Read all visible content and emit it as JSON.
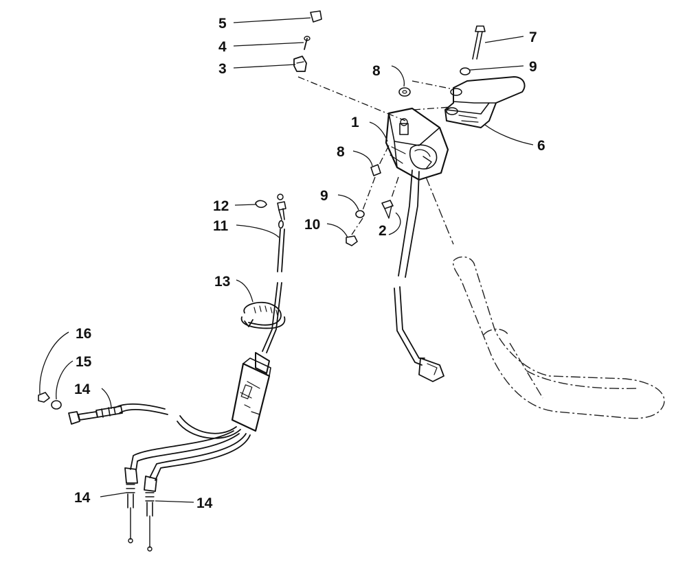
{
  "diagram": {
    "callouts": [
      {
        "id": "c5",
        "label": "5"
      },
      {
        "id": "c4",
        "label": "4"
      },
      {
        "id": "c3",
        "label": "3"
      },
      {
        "id": "c7",
        "label": "7"
      },
      {
        "id": "c9a",
        "label": "9"
      },
      {
        "id": "c8a",
        "label": "8"
      },
      {
        "id": "c1",
        "label": "1"
      },
      {
        "id": "c6",
        "label": "6"
      },
      {
        "id": "c8b",
        "label": "8"
      },
      {
        "id": "c9b",
        "label": "9"
      },
      {
        "id": "c2",
        "label": "2"
      },
      {
        "id": "c10",
        "label": "10"
      },
      {
        "id": "c12",
        "label": "12"
      },
      {
        "id": "c11",
        "label": "11"
      },
      {
        "id": "c13",
        "label": "13"
      },
      {
        "id": "c16",
        "label": "16"
      },
      {
        "id": "c15",
        "label": "15"
      },
      {
        "id": "c14a",
        "label": "14"
      },
      {
        "id": "c14b",
        "label": "14"
      },
      {
        "id": "c14c",
        "label": "14"
      }
    ]
  }
}
